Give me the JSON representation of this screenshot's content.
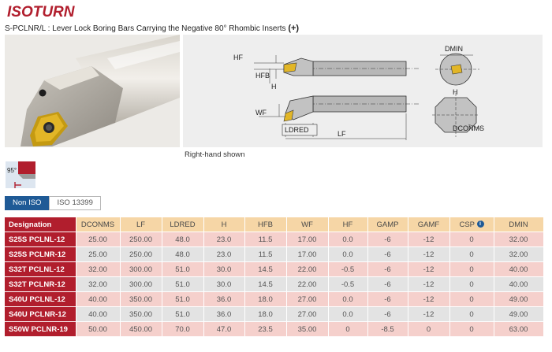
{
  "brand": {
    "logo_text": "ISOTURN",
    "accent": "#b11e2d"
  },
  "page": {
    "subtitle": "S-PCLNR/L : Lever Lock Boring Bars Carrying the Negative 80° Rhombic Inserts",
    "subtitle_suffix": "(+)",
    "caption": "Right-hand shown"
  },
  "diagram_labels": {
    "hf": "HF",
    "hfb": "HFB",
    "h": "H",
    "wf": "WF",
    "ldred": "LDRED",
    "lf": "LF",
    "dmin": "DMIN",
    "dconms": "DCONMS"
  },
  "angle_icon": {
    "label": "95°"
  },
  "tabs": [
    {
      "label": "Non ISO",
      "active": true
    },
    {
      "label": "ISO 13399",
      "active": false
    }
  ],
  "table": {
    "columns": [
      "Designation",
      "DCONMS",
      "LF",
      "LDRED",
      "H",
      "HFB",
      "WF",
      "HF",
      "GAMP",
      "GAMF",
      "CSP",
      "DMIN"
    ],
    "rows": [
      [
        "S25S PCLNL-12",
        "25.00",
        "250.00",
        "48.0",
        "23.0",
        "11.5",
        "17.00",
        "0.0",
        "-6",
        "-12",
        "0",
        "32.00"
      ],
      [
        "S25S PCLNR-12",
        "25.00",
        "250.00",
        "48.0",
        "23.0",
        "11.5",
        "17.00",
        "0.0",
        "-6",
        "-12",
        "0",
        "32.00"
      ],
      [
        "S32T PCLNL-12",
        "32.00",
        "300.00",
        "51.0",
        "30.0",
        "14.5",
        "22.00",
        "-0.5",
        "-6",
        "-12",
        "0",
        "40.00"
      ],
      [
        "S32T PCLNR-12",
        "32.00",
        "300.00",
        "51.0",
        "30.0",
        "14.5",
        "22.00",
        "-0.5",
        "-6",
        "-12",
        "0",
        "40.00"
      ],
      [
        "S40U PCLNL-12",
        "40.00",
        "350.00",
        "51.0",
        "36.0",
        "18.0",
        "27.00",
        "0.0",
        "-6",
        "-12",
        "0",
        "49.00"
      ],
      [
        "S40U PCLNR-12",
        "40.00",
        "350.00",
        "51.0",
        "36.0",
        "18.0",
        "27.00",
        "0.0",
        "-6",
        "-12",
        "0",
        "49.00"
      ],
      [
        "S50W PCLNR-19",
        "50.00",
        "450.00",
        "70.0",
        "47.0",
        "23.5",
        "35.00",
        "0",
        "-8.5",
        "0",
        "0",
        "63.00"
      ]
    ]
  }
}
